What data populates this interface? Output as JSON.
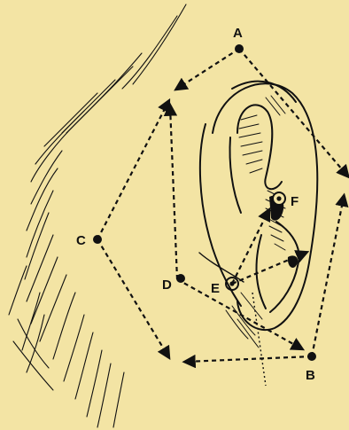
{
  "diagram": {
    "labels": {
      "A": "A",
      "B": "B",
      "C": "C",
      "D": "D",
      "E": "E",
      "F": "F"
    }
  },
  "colors": {
    "paper": "#f3e4a4",
    "ink": "#111111"
  }
}
